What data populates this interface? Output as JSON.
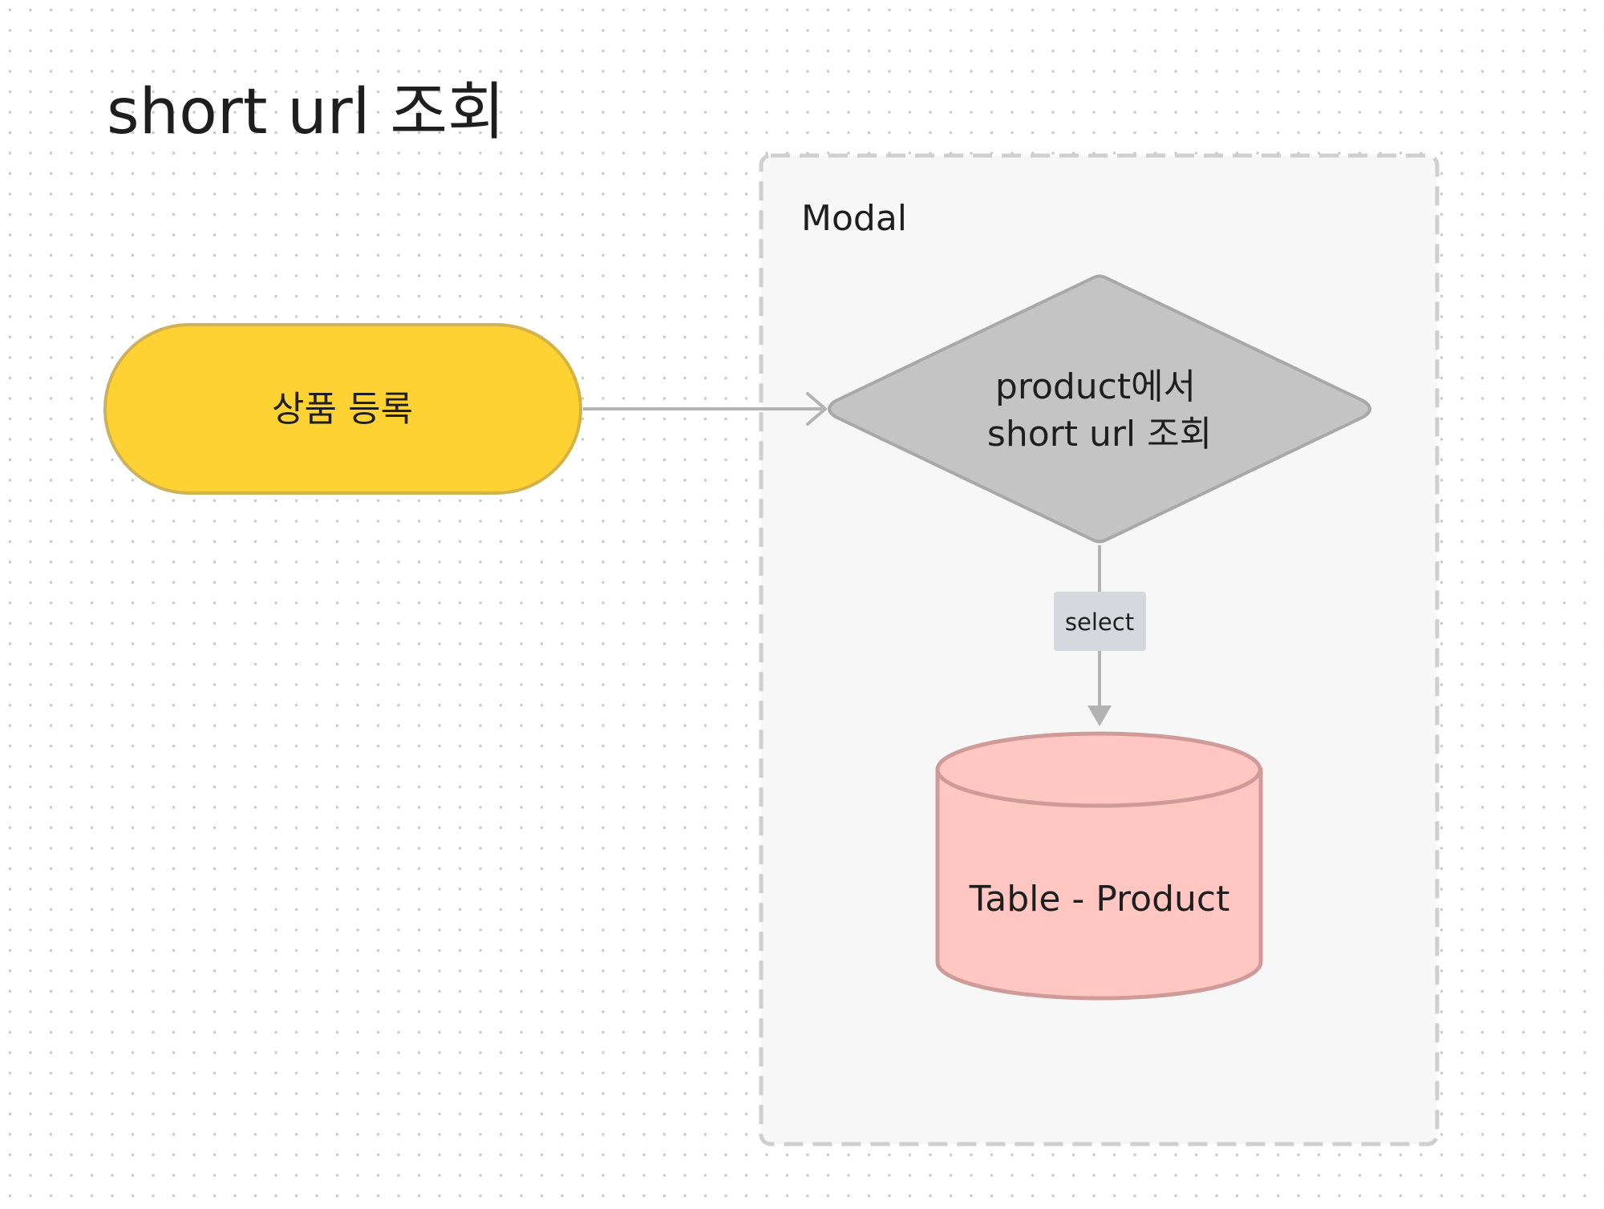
{
  "page": {
    "title": "short url 조회"
  },
  "frame": {
    "label": "Modal"
  },
  "nodes": {
    "start": {
      "label": "상품 등록",
      "shape": "terminator",
      "fill": "#FFD233",
      "stroke": "#D1B250"
    },
    "decision": {
      "line1": "product에서",
      "line2": "short url 조회",
      "shape": "diamond",
      "fill": "#C4C4C4",
      "stroke": "#A8A8A8"
    },
    "database": {
      "label": "Table - Product",
      "shape": "cylinder",
      "fill": "#FFC6C2",
      "stroke": "#CE9B99"
    }
  },
  "edges": [
    {
      "from": "start",
      "to": "decision",
      "label": ""
    },
    {
      "from": "decision",
      "to": "database",
      "label": "select"
    }
  ],
  "colors": {
    "edge": "#B3B3B3",
    "frame_fill": "#F7F7F7",
    "frame_border": "#CFCFCF",
    "edge_label_bg": "#D6D8DD",
    "grid_dot": "#C9C9C9"
  }
}
